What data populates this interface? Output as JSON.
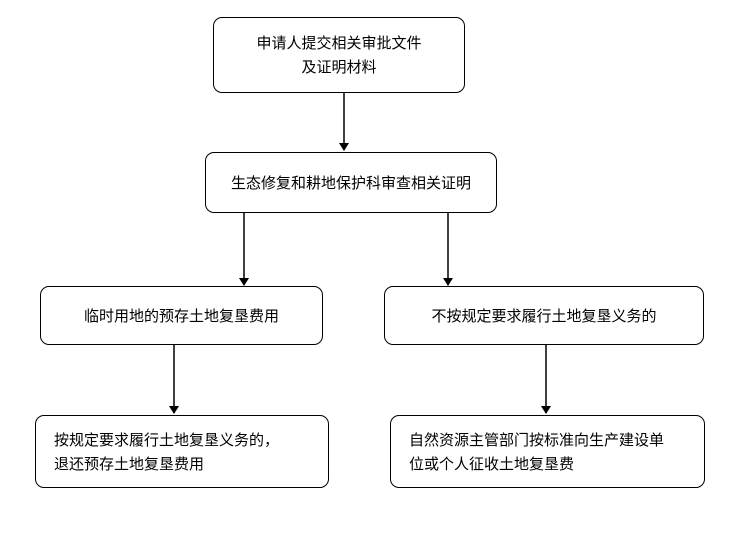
{
  "flowchart": {
    "step1": {
      "lines": [
        "申请人提交相关审批文件",
        "及证明材料"
      ]
    },
    "step2": {
      "lines": [
        "生态修复和耕地保护科审查相关证明"
      ]
    },
    "branch_left": {
      "lines": [
        "临时用地的预存土地复垦费用"
      ]
    },
    "branch_right": {
      "lines": [
        "不按规定要求履行土地复垦义务的"
      ]
    },
    "outcome_left": {
      "lines": [
        "按规定要求履行土地复垦义务的，",
        "退还预存土地复垦费用"
      ]
    },
    "outcome_right": {
      "lines": [
        "自然资源主管部门按标准向生产建设单",
        "位或个人征收土地复垦费"
      ]
    }
  }
}
